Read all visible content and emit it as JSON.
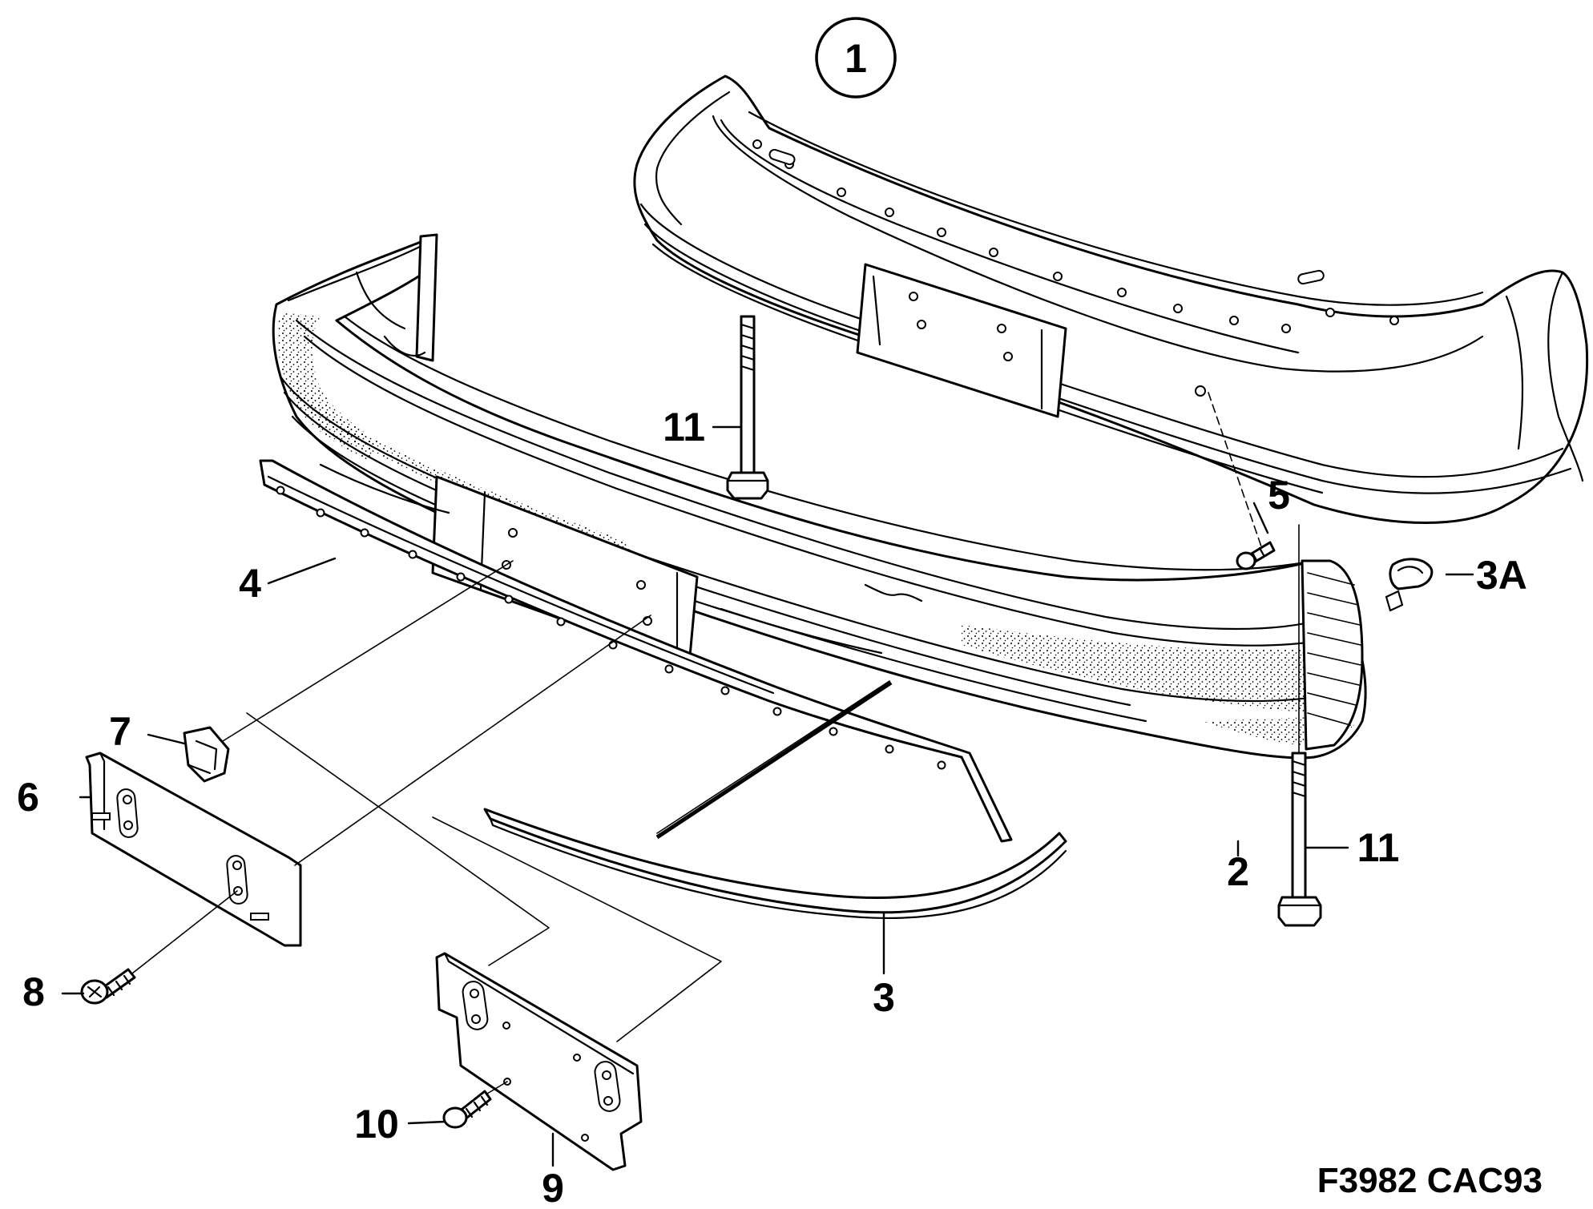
{
  "figure_code": "F3982 CAC93",
  "assembly_number": "1",
  "callouts": {
    "c1": "11",
    "c2": "5",
    "c3": "3A",
    "c4": "4",
    "c5": "7",
    "c6": "6",
    "c7": "2",
    "c8": "11",
    "c9": "8",
    "c10": "3",
    "c11": "10",
    "c12": "9"
  }
}
